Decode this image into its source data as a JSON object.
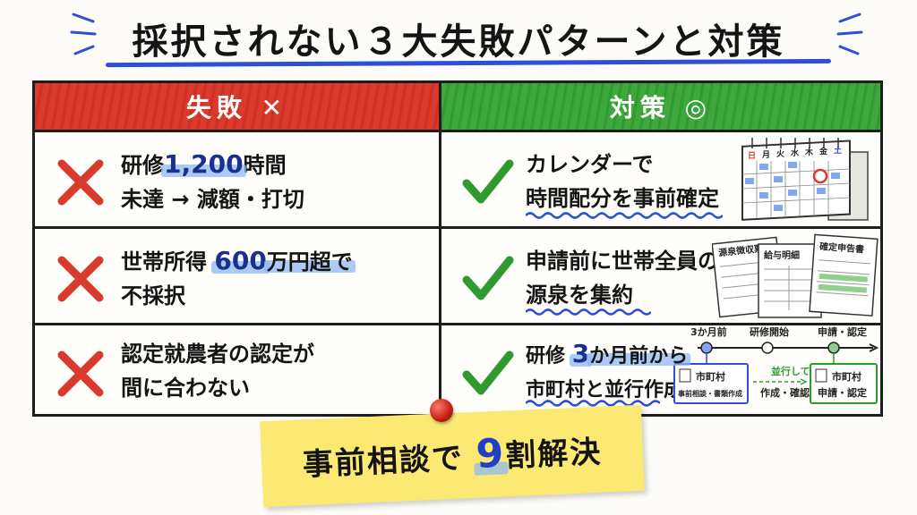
{
  "title": "採択されない３大失敗パターンと対策",
  "headers": {
    "fail": "失敗 ✕",
    "fix": "対策 ◎"
  },
  "rows": [
    {
      "fail_line1_pre": "研修",
      "fail_line1_hl": "1,200",
      "fail_line1_post": "時間",
      "fail_line2": "未達 → 減額・打切",
      "fix_line1": "カレンダーで",
      "fix_line2": "時間配分を事前確定"
    },
    {
      "fail_line1_pre": "世帯所得",
      "fail_line1_hl": "600",
      "fail_line1_post": "万円超で",
      "fail_line2": "不採択",
      "fix_line1": "申請前に世帯全員の",
      "fix_line2": "源泉を集約"
    },
    {
      "fail_line1": "認定就農者の認定が",
      "fail_line2": "間に合わない",
      "fix_line1_pre": "研修",
      "fix_line1_hl": "3",
      "fix_line1_post": "か月前から",
      "fix_line2": "市町村と並行作成"
    }
  ],
  "calendar": {
    "days": [
      "日",
      "月",
      "火",
      "水",
      "木",
      "金",
      "土"
    ]
  },
  "documents": {
    "doc1": "源泉徴収票",
    "doc2": "給与明細",
    "doc3": "確定申告書"
  },
  "flow": {
    "step1": "3か月前",
    "step2": "研修開始",
    "step3": "申請・認定",
    "box1_title": "市町村",
    "box1_sub": "事前相談・書類作成",
    "mid_top": "並行して",
    "mid_bottom": "作成・確認",
    "box2_title": "市町村",
    "box2_sub": "申請・認定"
  },
  "note": {
    "pre": "事前相談で",
    "num": "9",
    "post": "割解決"
  },
  "colors": {
    "fail_red": "#d93a2b",
    "fix_green": "#3ea83c",
    "accent_blue": "#2f4fd6",
    "note_yellow": "#fbe974"
  }
}
